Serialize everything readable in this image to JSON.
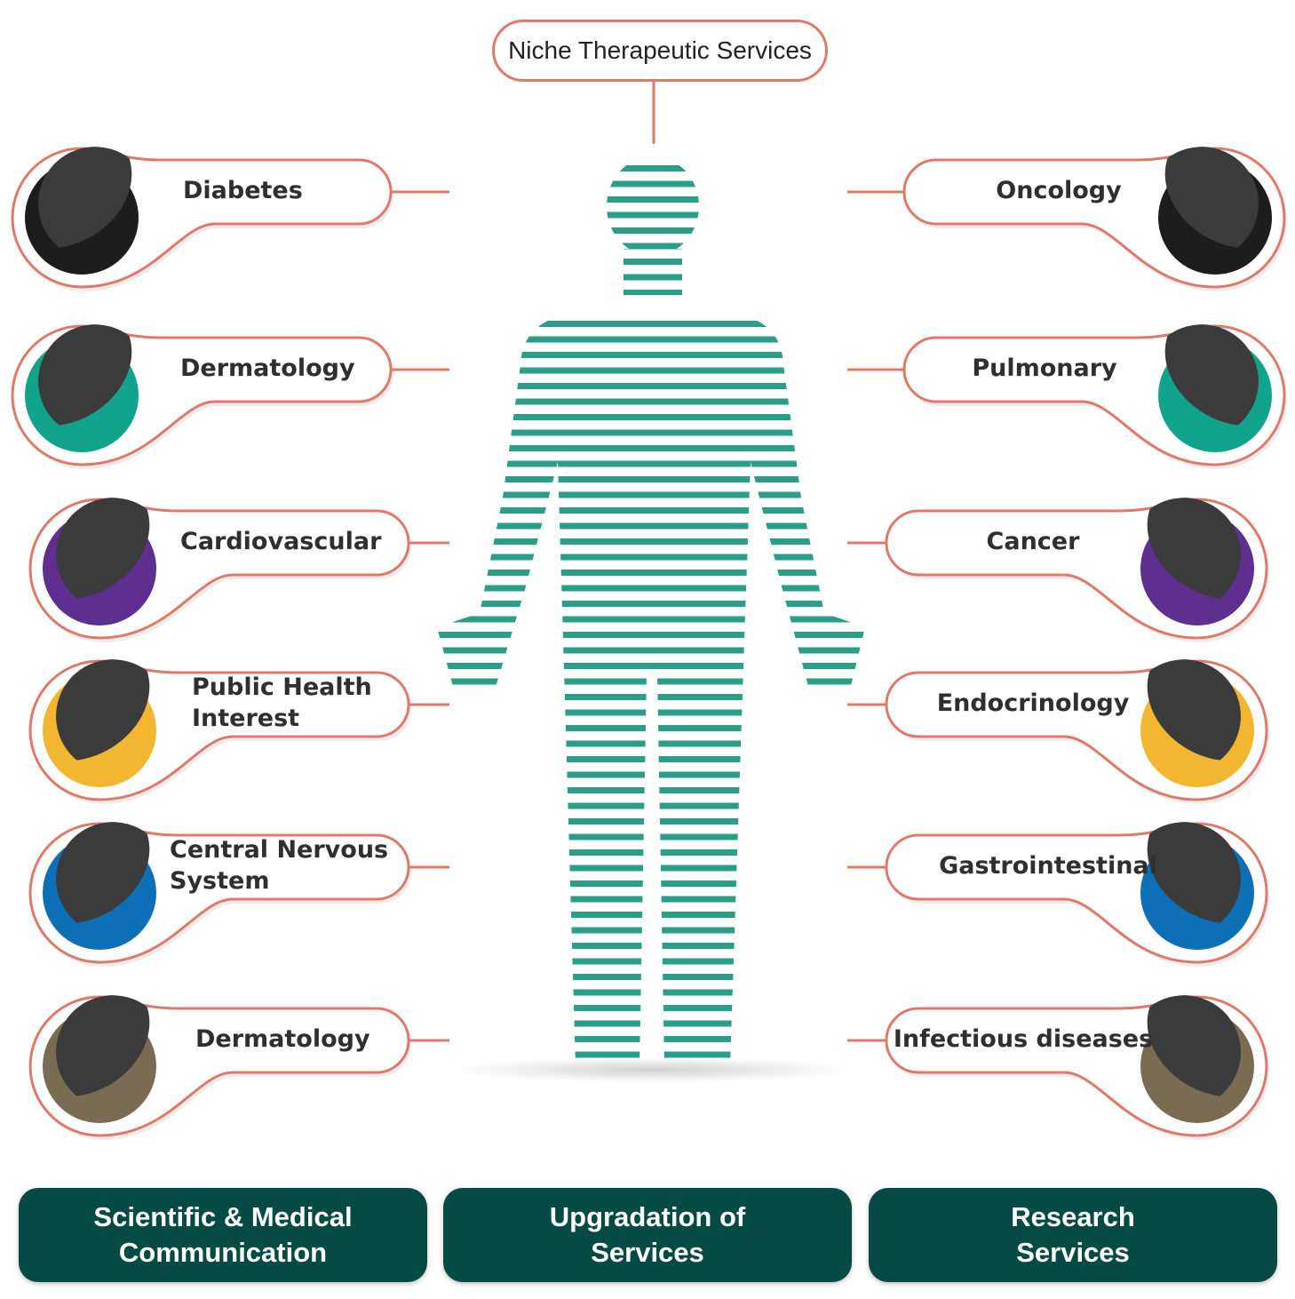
{
  "title": "Niche Therapeutic Services",
  "colors": {
    "accent_line": "#e07a68",
    "body_stripes": "#2a9e87",
    "dark": "#3b3b3b",
    "button_bg": "#064a45"
  },
  "left_items": [
    {
      "label_lines": [
        "Diabetes"
      ],
      "color": "#1d1d1d"
    },
    {
      "label_lines": [
        "Dermatology"
      ],
      "color": "#12a38c"
    },
    {
      "label_lines": [
        "Cardiovascular"
      ],
      "color": "#5e2f91"
    },
    {
      "label_lines": [
        "Public Health",
        "Interest"
      ],
      "color": "#f2b631"
    },
    {
      "label_lines": [
        "Central Nervous",
        "System"
      ],
      "color": "#0d6fb6"
    },
    {
      "label_lines": [
        "Dermatology"
      ],
      "color": "#7a6c53"
    }
  ],
  "right_items": [
    {
      "label_lines": [
        "Oncology"
      ],
      "color": "#1d1d1d"
    },
    {
      "label_lines": [
        "Pulmonary"
      ],
      "color": "#12a38c"
    },
    {
      "label_lines": [
        "Cancer"
      ],
      "color": "#5e2f91"
    },
    {
      "label_lines": [
        "Endocrinology"
      ],
      "color": "#f2b631"
    },
    {
      "label_lines": [
        "Gastrointestinal"
      ],
      "color": "#0d6fb6"
    },
    {
      "label_lines": [
        "Infectious diseases"
      ],
      "color": "#7a6c53"
    }
  ],
  "buttons": [
    {
      "lines": [
        "Scientific &  Medical",
        "Communication"
      ]
    },
    {
      "lines": [
        "Upgradation of",
        "Services"
      ]
    },
    {
      "lines": [
        "Research",
        "Services"
      ]
    }
  ]
}
